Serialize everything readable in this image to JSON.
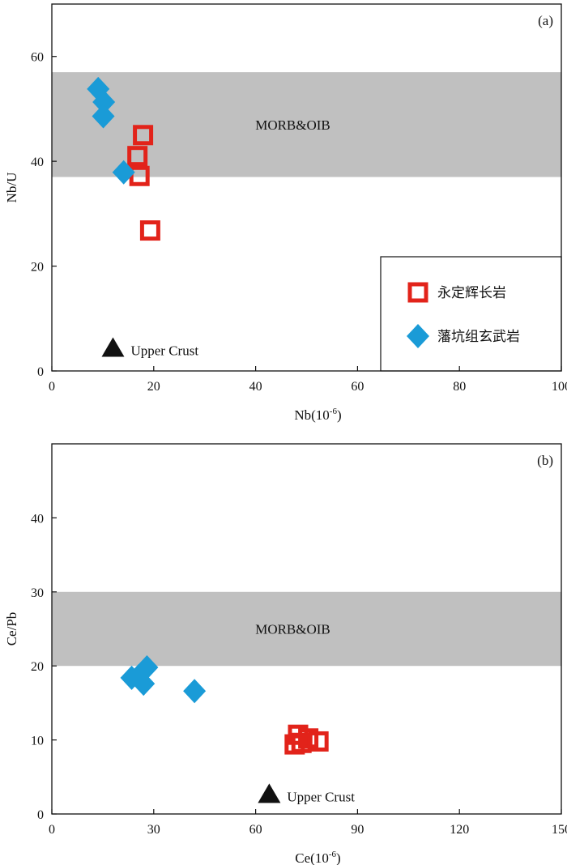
{
  "chart_data": [
    {
      "type": "scatter",
      "panel_label": "(a)",
      "xlabel": "Nb(10",
      "xlabel_sup": "-6",
      "xlabel_end": ")",
      "ylabel": "Nb/U",
      "xlim": [
        0,
        100
      ],
      "ylim": [
        0,
        70
      ],
      "x_ticks": [
        0,
        20,
        40,
        60,
        80,
        100
      ],
      "y_ticks": [
        0,
        20,
        40,
        60
      ],
      "band": {
        "label": "MORB&OIB",
        "y": [
          37,
          57
        ]
      },
      "annotation": {
        "label": "Upper Crust",
        "x": 12,
        "y": 4.4
      },
      "legend": {
        "position": "bottom-right"
      },
      "series": [
        {
          "name": "永定辉长岩",
          "marker": "square-open",
          "color": "#e2231a",
          "points": [
            [
              17.9,
              45
            ],
            [
              16.8,
              41
            ],
            [
              17.2,
              37.2
            ],
            [
              19.3,
              26.8
            ]
          ]
        },
        {
          "name": "藩坑组玄武岩",
          "marker": "diamond",
          "color": "#1a9bd7",
          "points": [
            [
              9.1,
              53.8
            ],
            [
              10.2,
              51.3
            ],
            [
              10.1,
              48.6
            ],
            [
              14.1,
              37.9
            ]
          ]
        }
      ]
    },
    {
      "type": "scatter",
      "panel_label": "(b)",
      "xlabel": "Ce(10",
      "xlabel_sup": "-6",
      "xlabel_end": ")",
      "ylabel": "Ce/Pb",
      "xlim": [
        0,
        150
      ],
      "ylim": [
        0,
        50
      ],
      "x_ticks": [
        0,
        30,
        60,
        90,
        120,
        150
      ],
      "y_ticks": [
        0,
        10,
        20,
        30,
        40
      ],
      "band": {
        "label": "MORB&OIB",
        "y": [
          20,
          30
        ]
      },
      "annotation": {
        "label": "Upper Crust",
        "x": 64,
        "y": 2.7
      },
      "series": [
        {
          "name": "永定辉长岩",
          "marker": "square-open",
          "color": "#e2231a",
          "points": [
            [
              72.5,
              10.7
            ],
            [
              75.5,
              10.2
            ],
            [
              78.5,
              9.8
            ],
            [
              73.5,
              9.6
            ],
            [
              71.5,
              9.4
            ]
          ]
        },
        {
          "name": "藩坑组玄武岩",
          "marker": "diamond",
          "color": "#1a9bd7",
          "points": [
            [
              23.5,
              18.4
            ],
            [
              25.5,
              18.6
            ],
            [
              28,
              19.8
            ],
            [
              27,
              17.6
            ],
            [
              42,
              16.6
            ]
          ]
        }
      ]
    }
  ]
}
